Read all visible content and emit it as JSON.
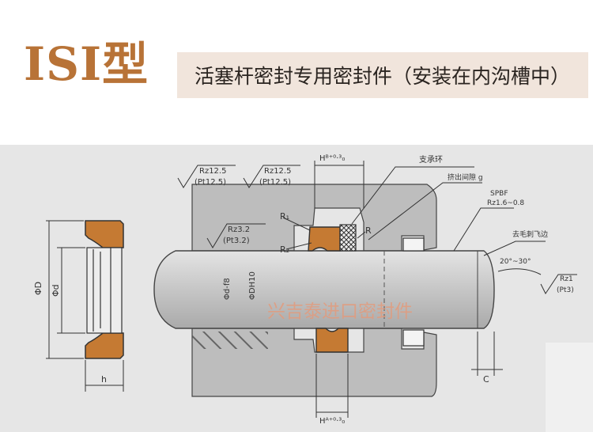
{
  "header": {
    "title": "ISI型",
    "subtitle": "活塞杆密封专用密封件（安装在内沟槽中）"
  },
  "colors": {
    "brand": "#b87337",
    "subtitle_bg": "#f1e5dc",
    "seal": "#c57a33",
    "housing": "#bdbdbd",
    "rod": "#c9c9c9",
    "paper": "#e6e6e6"
  },
  "drawing": {
    "watermark": "兴吉泰进口密封件",
    "roughness_1": {
      "rz": "Rz12.5",
      "pt": "(Pt12.5)"
    },
    "roughness_2": {
      "rz": "Rz12.5",
      "pt": "(Pt12.5)"
    },
    "roughness_3": {
      "rz": "Rz3.2",
      "pt": "(Pt3.2)"
    },
    "roughness_4": {
      "rz": "Rz1",
      "pt": "(Pt3)"
    },
    "hb": "Hᴮ⁺⁰·³₀",
    "ha": "Hᴬ⁺⁰·³₀",
    "r1": "R₁",
    "r2": "R₂",
    "r": "R",
    "support_ring": "支承环",
    "extrusion_gap": "挤出间隙 g",
    "spbf": "SPBF",
    "rz_range": "Rz1.6~0.8",
    "deburr": "去毛刺飞边",
    "angle": "20°~30°",
    "c": "C",
    "d_dim": "ΦD",
    "d_small": "Φd",
    "dh10": "ΦDH10",
    "df8": "Φd-f8",
    "h": "h"
  }
}
